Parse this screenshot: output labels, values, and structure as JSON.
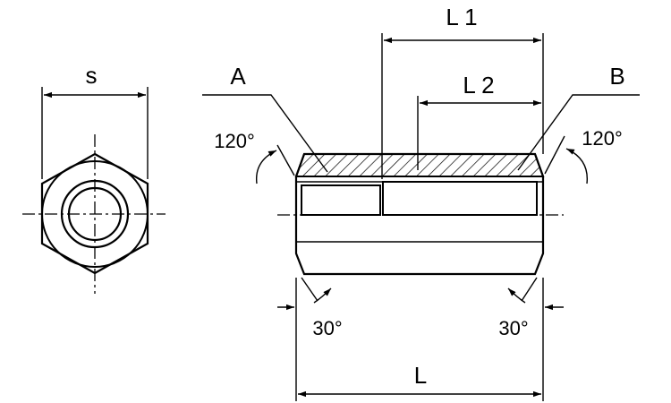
{
  "labels": {
    "s": "s",
    "l1": "L 1",
    "l2": "L 2",
    "a": "A",
    "b": "B",
    "l": "L",
    "angle_120_left": "120°",
    "angle_120_right": "120°",
    "angle_30_left": "30°",
    "angle_30_right": "30°"
  },
  "colors": {
    "line": "#000000",
    "background": "#ffffff"
  }
}
